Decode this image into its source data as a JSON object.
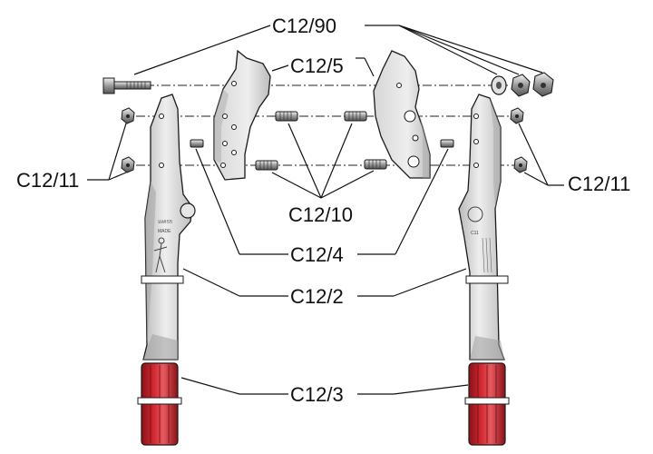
{
  "labels": {
    "c12_90": "C12/90",
    "c12_5": "C12/5",
    "c12_11_left": "C12/11",
    "c12_11_right": "C12/11",
    "c12_10": "C12/10",
    "c12_4": "C12/4",
    "c12_2": "C12/2",
    "c12_3": "C12/3"
  },
  "colors": {
    "metal_light": "#e8e8e8",
    "metal_mid": "#c4c4c4",
    "metal_dark": "#8f8f8f",
    "grip_red": "#c8202a",
    "grip_dark": "#8a1118",
    "line": "#111111"
  }
}
